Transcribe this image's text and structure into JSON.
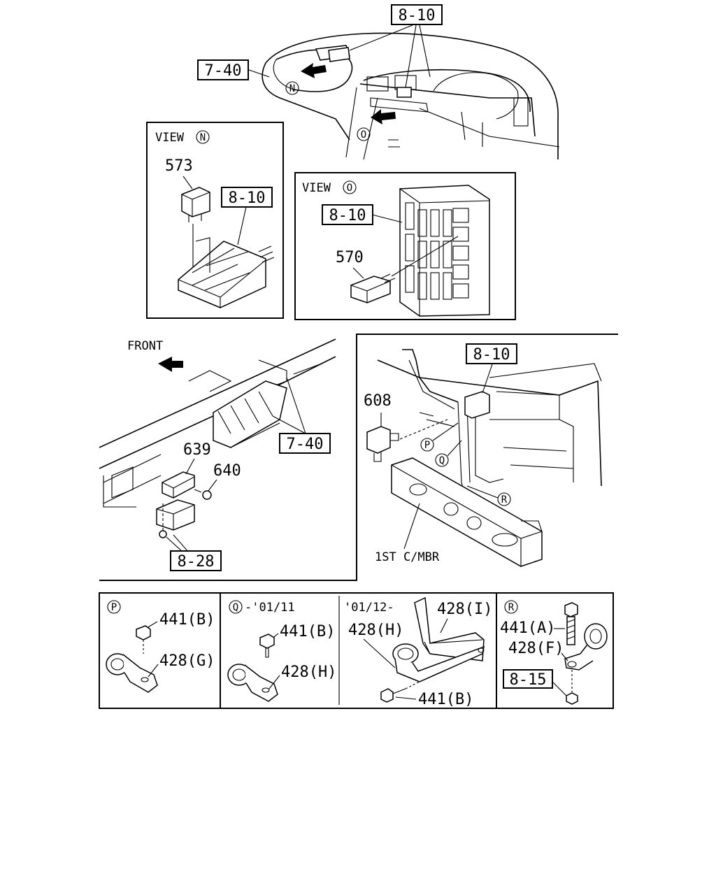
{
  "top_view": {
    "ref_8_10": "8-10",
    "ref_7_40": "7-40",
    "mark_n": "N",
    "mark_o": "O"
  },
  "view_n": {
    "title": "VIEW",
    "mark": "N",
    "part_573": "573",
    "ref_8_10": "8-10"
  },
  "view_o": {
    "title": "VIEW",
    "mark": "O",
    "ref_8_10": "8-10",
    "part_570": "570"
  },
  "left_section": {
    "front_label": "FRONT",
    "part_639": "639",
    "part_640": "640",
    "ref_7_40": "7-40",
    "ref_8_28": "8-28"
  },
  "right_section": {
    "ref_8_10": "8-10",
    "part_608": "608",
    "mark_p": "P",
    "mark_q": "Q",
    "mark_r": "R",
    "member_label": "1ST C/MBR"
  },
  "detail_panels": {
    "p": {
      "mark": "P",
      "bolt": "441(B)",
      "clip": "428(G)"
    },
    "q": {
      "mark": "Q",
      "range": "-'01/11",
      "bolt": "441(B)",
      "clip": "428(H)"
    },
    "q2": {
      "range": "'01/12-",
      "bracket": "428(I)",
      "clip": "428(H)",
      "bolt": "441(B)"
    },
    "r": {
      "mark": "R",
      "bolt": "441(A)",
      "clip": "428(F)",
      "ref": "8-15"
    }
  }
}
